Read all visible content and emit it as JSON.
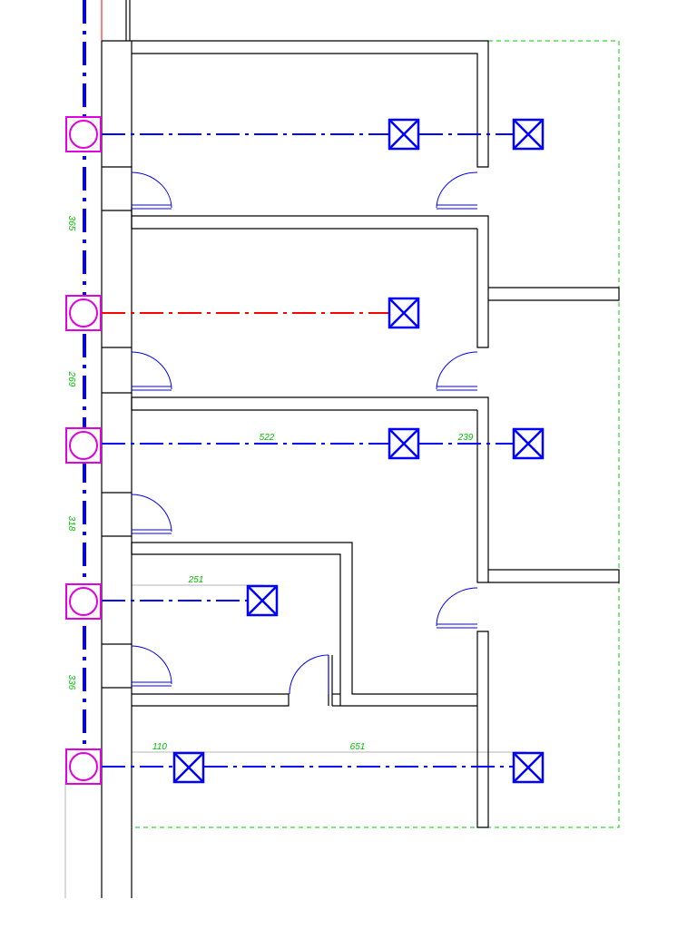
{
  "colors": {
    "background": "#ffffff",
    "wall": "#000000",
    "pipe_main": "#0000ff",
    "pipe_alt": "#ff0000",
    "riser_symbol": "#e000e0",
    "fixture": "#0000ff",
    "door": "#0000ff",
    "dimension_text": "#00c000",
    "boundary": "#00cc00",
    "guide_line": "#b4b4b4"
  },
  "dimensions": {
    "vertical": [
      "365",
      "269",
      "318",
      "336"
    ],
    "run_3": {
      "main": "522",
      "branch": "239"
    },
    "run_4": {
      "main": "251"
    },
    "run_5": {
      "first": "110",
      "main": "651"
    }
  },
  "symbols": {
    "riser": "riser-circle-icon",
    "fixture": "drain-box-x-icon",
    "door": "door-swing-icon"
  }
}
